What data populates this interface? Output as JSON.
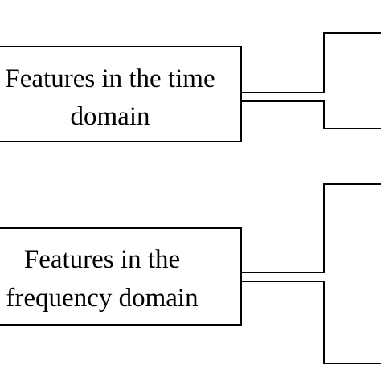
{
  "diagram": {
    "boxes": [
      {
        "id": "time-domain",
        "lines": [
          "Features in the time",
          "domain"
        ]
      },
      {
        "id": "frequency-domain",
        "lines": [
          "Features in the",
          "frequency domain"
        ]
      }
    ]
  }
}
